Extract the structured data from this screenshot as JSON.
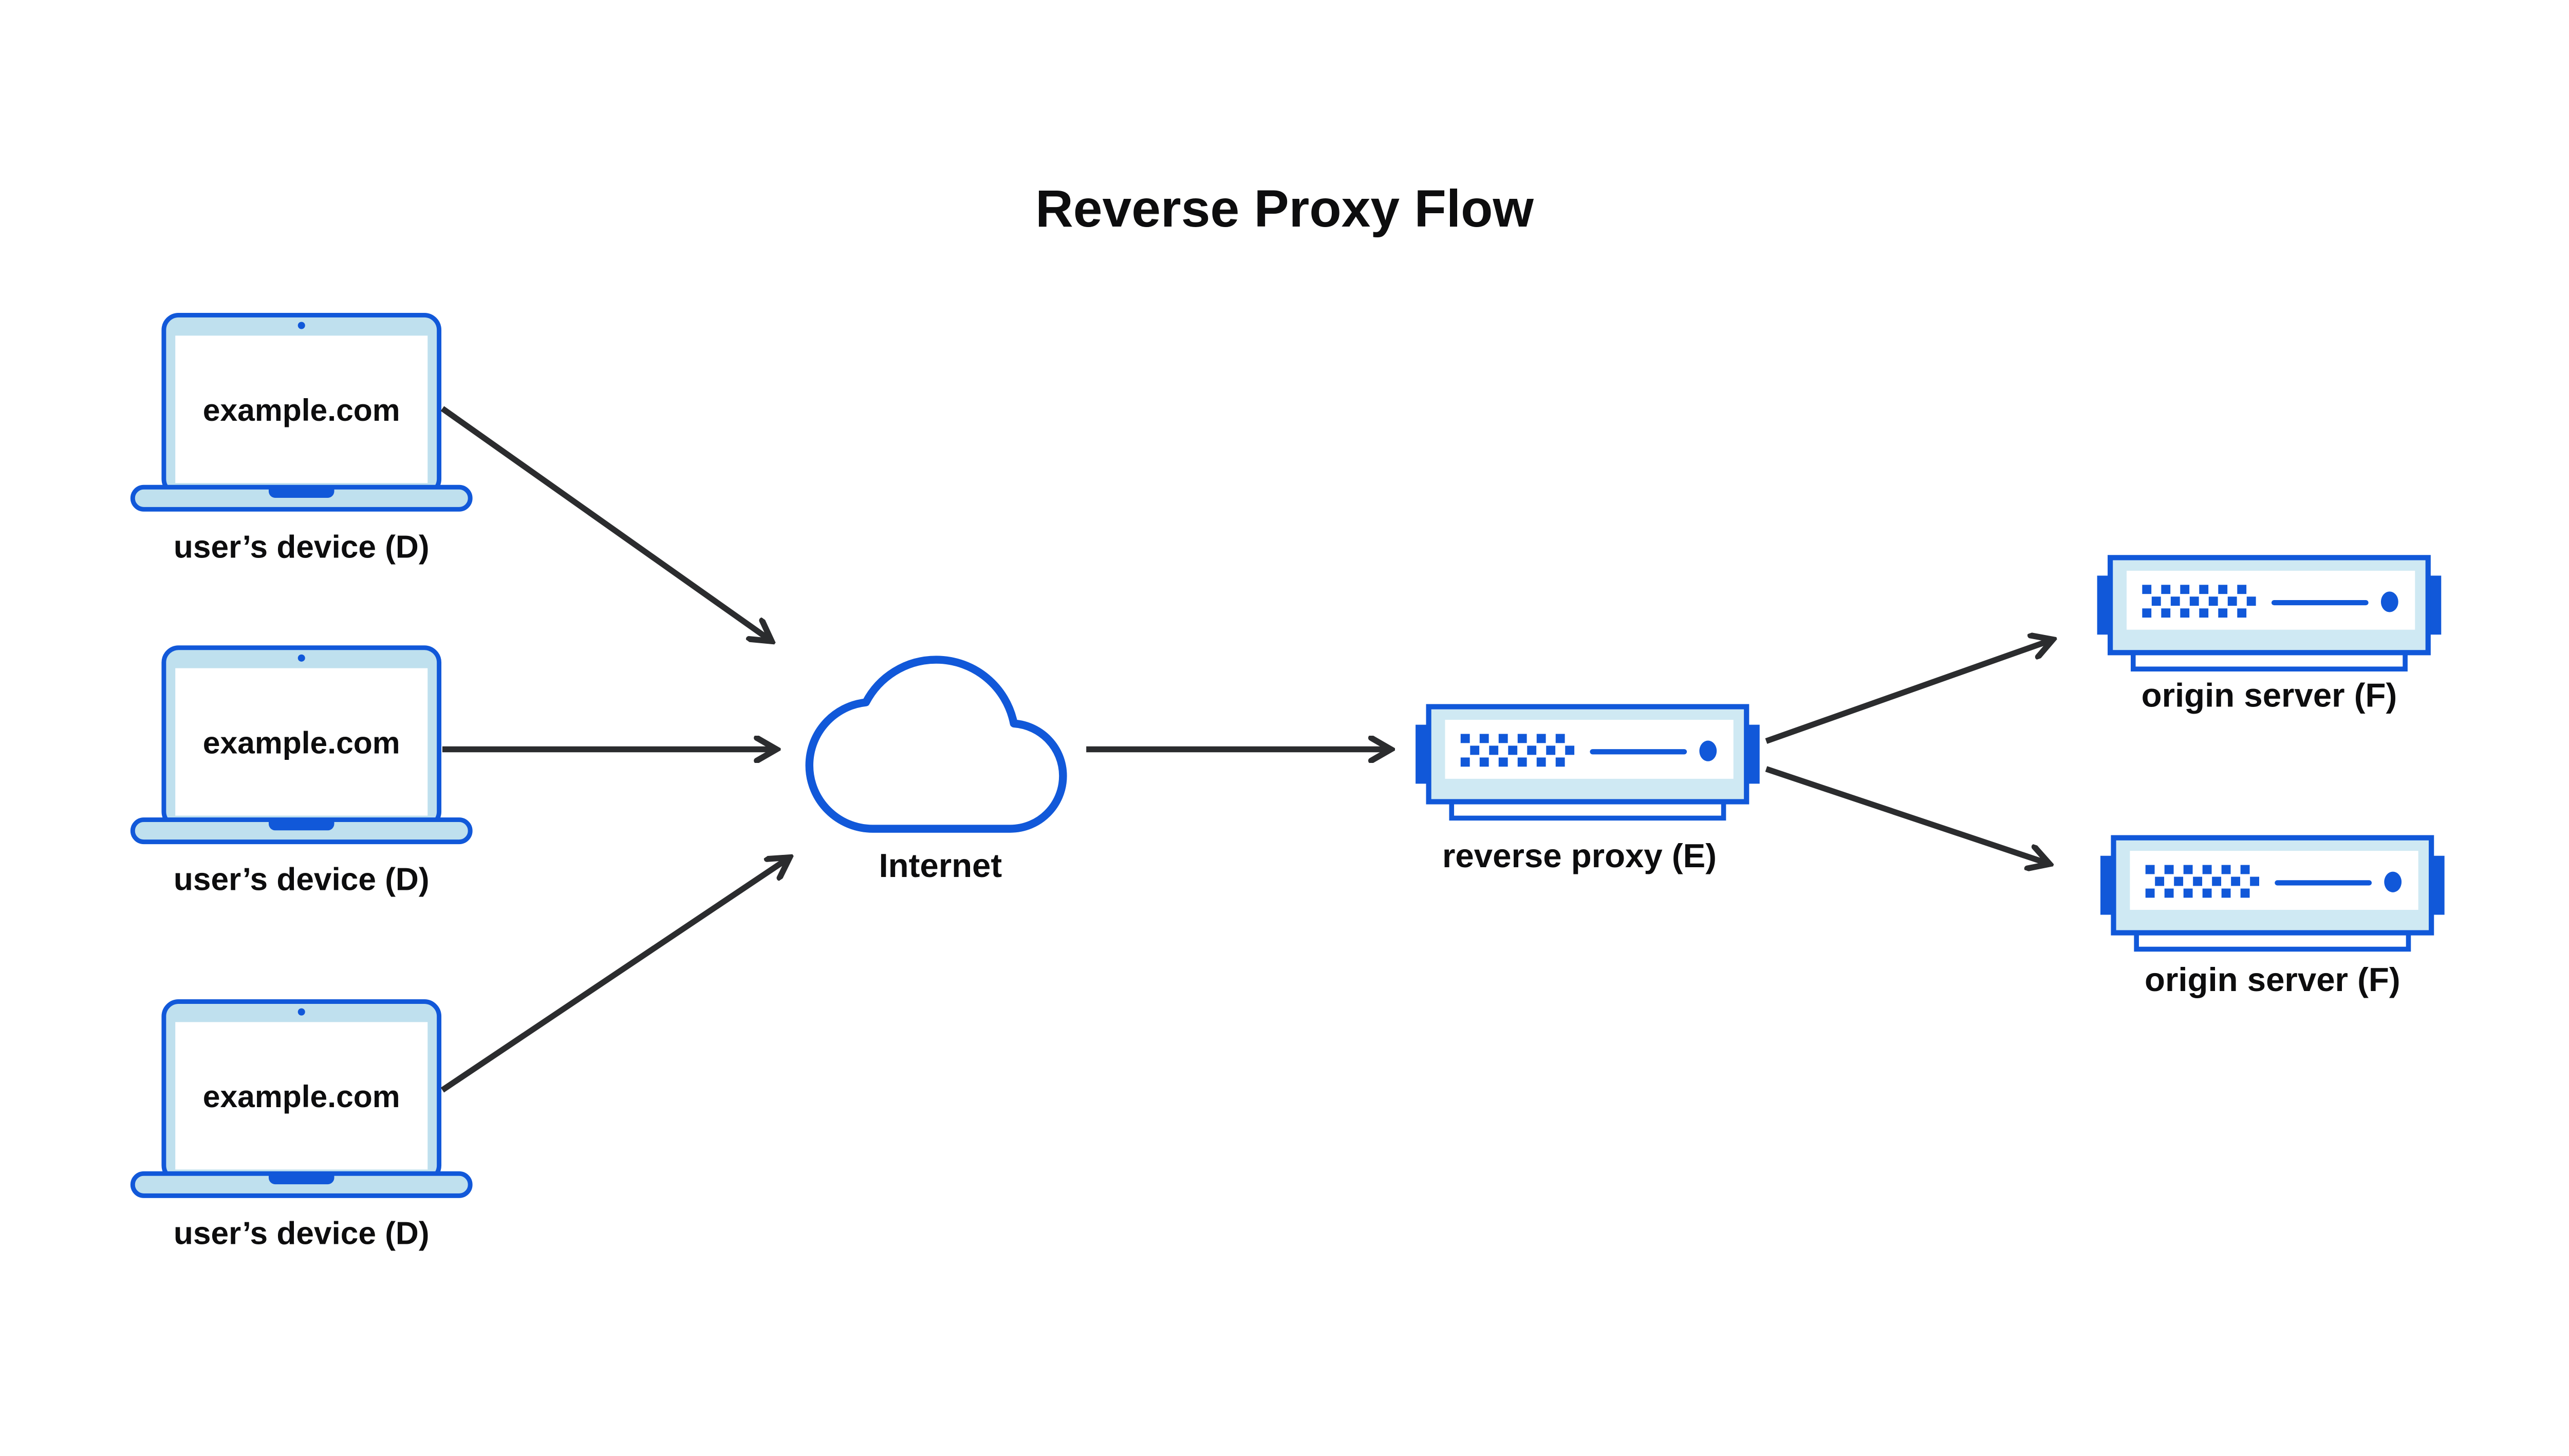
{
  "title": "Reverse Proxy Flow",
  "colors": {
    "blue": "#1158d9",
    "laptop_fill": "#bfe0ee",
    "server_fill": "#cfe9f3",
    "arrow": "#2b2c2e",
    "text": "#0d0d0e",
    "background": "#ffffff"
  },
  "nodes": {
    "device1": {
      "icon": "laptop-icon",
      "screen_text": "example.com",
      "label": "user’s device (D)"
    },
    "device2": {
      "icon": "laptop-icon",
      "screen_text": "example.com",
      "label": "user’s device (D)"
    },
    "device3": {
      "icon": "laptop-icon",
      "screen_text": "example.com",
      "label": "user’s device (D)"
    },
    "internet": {
      "icon": "cloud-icon",
      "label": "Internet"
    },
    "reverse_proxy": {
      "icon": "server-icon",
      "label": "reverse proxy (E)"
    },
    "origin_server_1": {
      "icon": "server-icon",
      "label": "origin server (F)"
    },
    "origin_server_2": {
      "icon": "server-icon",
      "label": "origin server (F)"
    }
  },
  "edges": [
    {
      "from": "device1",
      "to": "internet"
    },
    {
      "from": "device2",
      "to": "internet"
    },
    {
      "from": "device3",
      "to": "internet"
    },
    {
      "from": "internet",
      "to": "reverse_proxy"
    },
    {
      "from": "reverse_proxy",
      "to": "origin_server_1"
    },
    {
      "from": "reverse_proxy",
      "to": "origin_server_2"
    }
  ]
}
